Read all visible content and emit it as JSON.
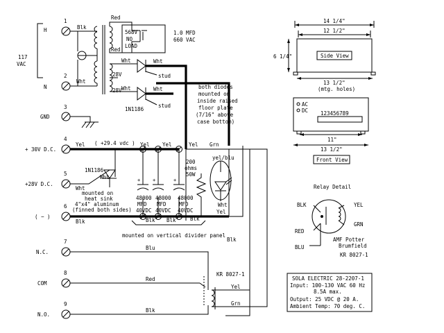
{
  "terminals": [
    {
      "number": "1",
      "label": "H"
    },
    {
      "number": "2",
      "label": "N"
    },
    {
      "number": "3",
      "label": "GND"
    },
    {
      "number": "4",
      "label": "+ 30V D.C."
    },
    {
      "number": "5",
      "label": "+28V D.C."
    },
    {
      "number": "6",
      "label": "( − )"
    },
    {
      "number": "7",
      "label": "N.C."
    },
    {
      "number": "8",
      "label": "COM"
    },
    {
      "number": "9",
      "label": "N.O."
    }
  ],
  "input": {
    "voltage_line1": "117",
    "voltage_line2": "VAC"
  },
  "transformer": {
    "primary_cap_line1": "568V",
    "primary_cap_line2": "NO",
    "primary_cap_line3": "LOAD",
    "cap_rating_line1": "1.0 MFD",
    "cap_rating_line2": "660 VAC",
    "secondary_top": "28V",
    "secondary_bottom": "28V"
  },
  "wire_colors": {
    "blk": "Blk",
    "wht": "Wht",
    "red": "Red",
    "yel": "Yel",
    "grn": "Grn",
    "blu": "Blu",
    "yelblu": "yel/blu"
  },
  "diodes": {
    "part": "1N1186",
    "stud": "stud",
    "note_lines": [
      "both diodes",
      "mounted on",
      "inside raised",
      "floor plate",
      "(7/16\" above",
      "case bottom)"
    ]
  },
  "output_voltage": "( +29.4 vdc )",
  "heatsink": {
    "diode": "1N1186",
    "lines": [
      "mounted on",
      "heat sink",
      "4\"x4\" aluminum",
      "(finned both sides)"
    ]
  },
  "capacitors": [
    {
      "line1": "48000",
      "line2": "MFD",
      "line3": "40VDC"
    },
    {
      "line1": "48000",
      "line2": "MFD",
      "line3": "40VDC"
    },
    {
      "line1": "48000",
      "line2": "MFD",
      "line3": "40VDC"
    }
  ],
  "resistor": {
    "line1": "200",
    "line2": "ohms",
    "line3": "50W"
  },
  "cap_panel_note": "mounted on vertical divider panel",
  "relay": {
    "part": "KR 8027-1",
    "detail_title": "Relay Detail",
    "labels": {
      "blk": "BLK",
      "yel": "YEL",
      "grn": "GRN",
      "red": "RED",
      "blu": "BLU"
    },
    "maker_line1": "AMF  Potter",
    "maker_line2": "Brumfield",
    "maker_part": "KR 8027-1"
  },
  "side_view": {
    "title": "Side View",
    "dim_overall": "14 1/4\"",
    "dim_inner": "12 1/2\"",
    "dim_height": "6 1/4\"",
    "dim_holes_line1": "13 1/2\"",
    "dim_holes_line2": "(mtg. holes)"
  },
  "front_view": {
    "title": "Front View",
    "ac": "AC",
    "dc": "DC",
    "terminal_numbers": "123456789",
    "dim_inner": "11\"",
    "dim_overall": "13 1/2\""
  },
  "spec": {
    "line1": "SOLA ELECTRIC  28-2207-1",
    "line2": "Input:  100-130 VAC 60 Hz",
    "line3": "8.5A max.",
    "line4": "Output: 25 VDC @ 20 A.",
    "line5": "Ambient Temp: 70 deg. C."
  }
}
